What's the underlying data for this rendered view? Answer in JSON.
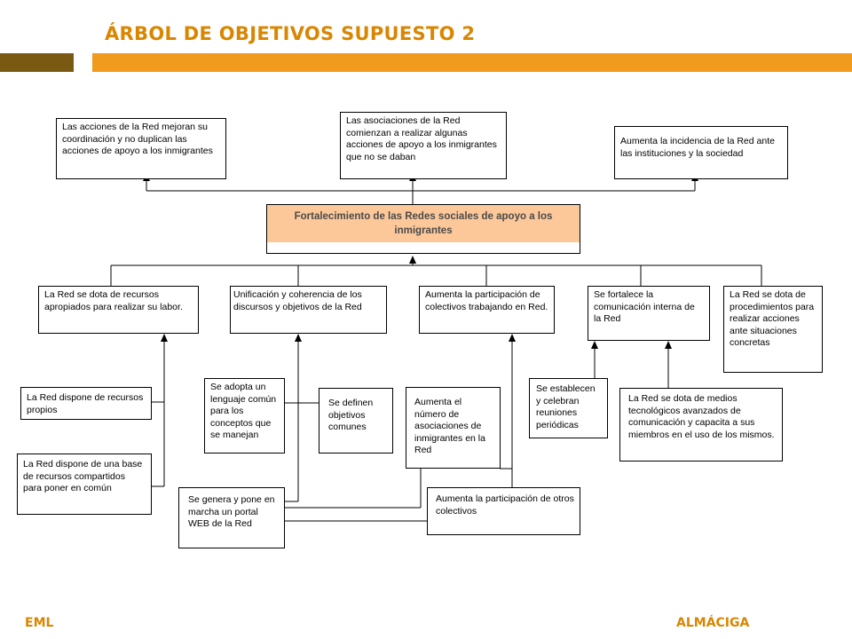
{
  "header": {
    "title": "ÁRBOL DE OBJETIVOS SUPUESTO 2"
  },
  "colors": {
    "title": "#d98600",
    "bar_dark": "#7a5a12",
    "bar_orange": "#f09a1e",
    "central_fill": "#fcc89a"
  },
  "central": {
    "text": "Fortalecimiento  de las Redes sociales de apoyo a los inmigrantes"
  },
  "ends": [
    "Las acciones de la Red mejoran su coordinación y no duplican las acciones de apoyo a los inmigrantes",
    "Las asociaciones de la Red comienzan a realizar algunas acciones de apoyo a los inmigrantes que no se daban",
    "Aumenta la  incidencia de la Red ante las instituciones y la sociedad"
  ],
  "means": [
    "La Red se dota de recursos apropiados para realizar su labor.",
    "Unificación y coherencia de los discursos y objetivos de la Red",
    "Aumenta la participación de colectivos trabajando en Red.",
    "Se fortalece la comunicación interna de la Red",
    "La Red se dota de procedimientos para realizar acciones ante situaciones concretas"
  ],
  "actions": {
    "propios": "La Red dispone de recursos propios",
    "compartidos": "La Red dispone de una base de recursos compartidos para poner en común",
    "lenguaje": "Se adopta  un lenguaje común para los conceptos que se manejan",
    "objetivos": "Se definen objetivos comunes",
    "portal": "Se genera y pone en marcha  un portal WEB de la Red",
    "asociaciones": "Aumenta el número de asociaciones de inmigrantes en la Red",
    "otros": "Aumenta la participación de otros colectivos",
    "reuniones": "Se establecen y celebran reuniones periódicas",
    "medios": "La Red se dota  de medios tecnológicos avanzados de comunicación y capacita a sus miembros en el uso de los mismos."
  },
  "footer": {
    "left": "EML",
    "right": "ALMÁCIGA"
  }
}
